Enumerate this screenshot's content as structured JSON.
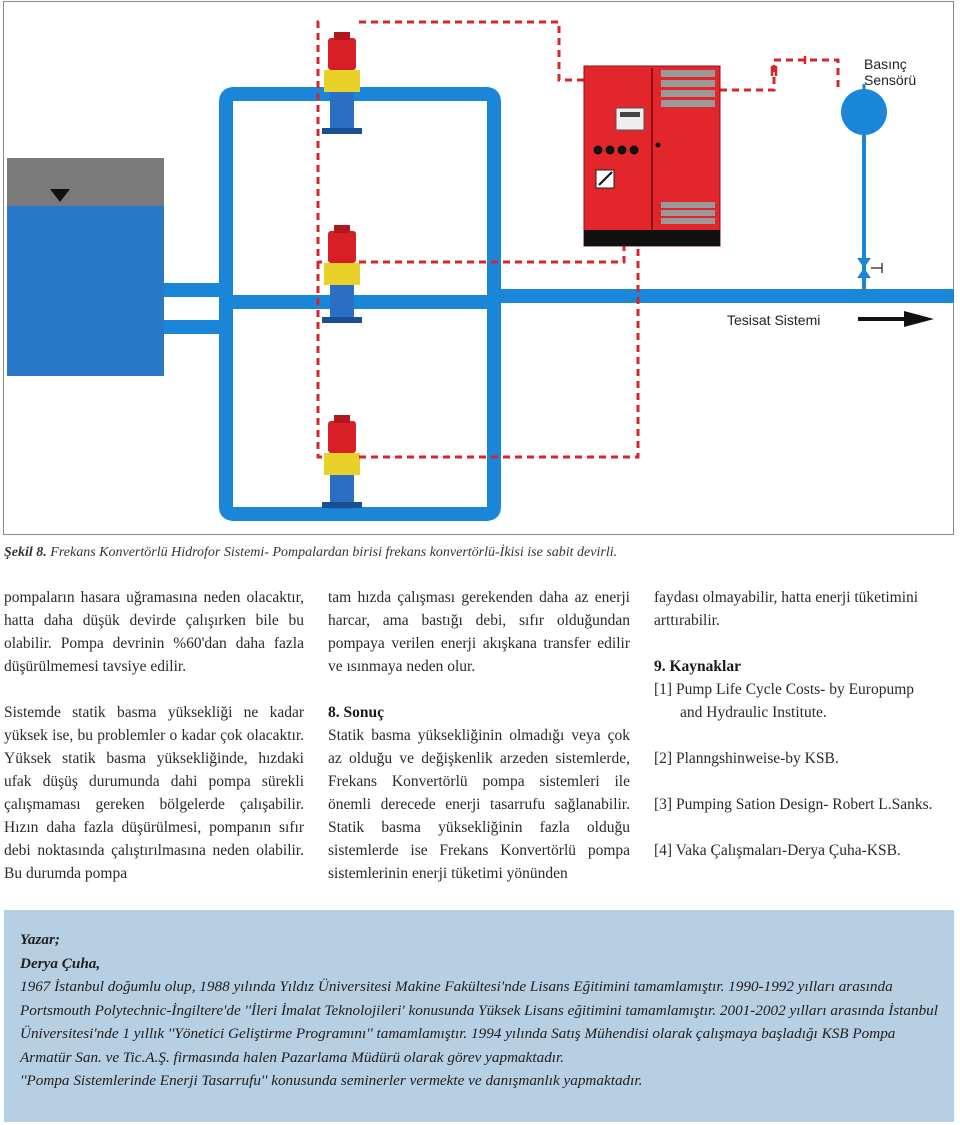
{
  "figure": {
    "sensor_label_line1": "Basınç",
    "sensor_label_line2": "Sensörü",
    "system_label": "Tesisat Sistemi",
    "colors": {
      "pipe": "#1a86d8",
      "tank": "#2a79c9",
      "tank_top": "#7a7a7a",
      "panel": "#e2262b",
      "pump_head": "#d81f26",
      "pump_coupling": "#e8d22a",
      "pump_body": "#2a6fc4",
      "signal_line": "#d6262b"
    }
  },
  "caption": {
    "label": "Şekil 8.",
    "text": " Frekans Konvertörlü Hidrofor Sistemi- Pompalardan birisi frekans konvertörlü-İkisi ise sabit devirli."
  },
  "column1": {
    "p1": "pompaların hasara uğramasına neden olacaktır, hatta daha düşük devirde çalışırken bile bu olabilir. Pompa devrinin %60'dan daha fazla düşürülmemesi tavsiye edilir.",
    "p2": "Sistemde statik basma yüksekliği ne kadar yüksek ise, bu problemler o kadar çok olacaktır. Yüksek statik basma yüksekliğinde, hızdaki ufak düşüş durumunda dahi pompa sürekli çalışmaması gereken bölgelerde çalışabilir. Hızın daha fazla düşürülmesi, pompanın sıfır debi noktasında çalıştırılmasına neden olabilir. Bu durumda pompa"
  },
  "column2": {
    "p1": "tam hızda çalışması gerekenden daha az enerji harcar, ama bastığı debi, sıfır olduğundan pompaya verilen enerji akışkana transfer edilir ve ısınmaya neden olur.",
    "heading": "8. Sonuç",
    "p2": "Statik basma yüksekliğinin olmadığı veya çok az olduğu ve değişkenlik arzeden sistemlerde, Frekans Konvertörlü pompa sistemleri ile önemli derecede enerji tasarrufu sağlanabilir. Statik basma yüksekliğinin fazla olduğu sistemlerde ise Frekans Konvertörlü pompa sistemlerinin enerji tüketimi yönünden"
  },
  "column3": {
    "p1": "faydası olmayabilir, hatta enerji tüketimini arttırabilir.",
    "heading": "9. Kaynaklar",
    "ref1_line1": "[1] Pump Life Cycle Costs- by Europump",
    "ref1_line2": "and Hydraulic Institute.",
    "ref2": "[2] Planngshinweise-by KSB.",
    "ref3": "[3] Pumping Sation Design- Robert L.Sanks.",
    "ref4": "[4] Vaka Çalışmaları-Derya Çuha-KSB."
  },
  "author": {
    "label1": "Yazar;",
    "label2": "Derya Çuha,",
    "bio": "1967 İstanbul doğumlu olup, 1988 yılında Yıldız Üniversitesi Makine Fakültesi'nde Lisans Eğitimini tamamlamıştır. 1990-1992 yılları arasında Portsmouth Polytechnic-İngiltere'de ''İleri İmalat Teknolojileri' konusunda Yüksek Lisans eğitimini tamamlamıştır. 2001-2002 yılları arasında İstanbul Üniversitesi'nde 1 yıllık ''Yönetici Geliştirme Programını'' tamamlamıştır. 1994 yılında Satış Mühendisi olarak çalışmaya başladığı KSB Pompa Armatür San. ve Tic.A.Ş. firmasında halen Pazarlama Müdürü olarak görev yapmaktadır.",
    "seminar": "''Pompa Sistemlerinde Enerji Tasarrufu'' konusunda seminerler vermekte ve danışmanlık yapmaktadır."
  }
}
